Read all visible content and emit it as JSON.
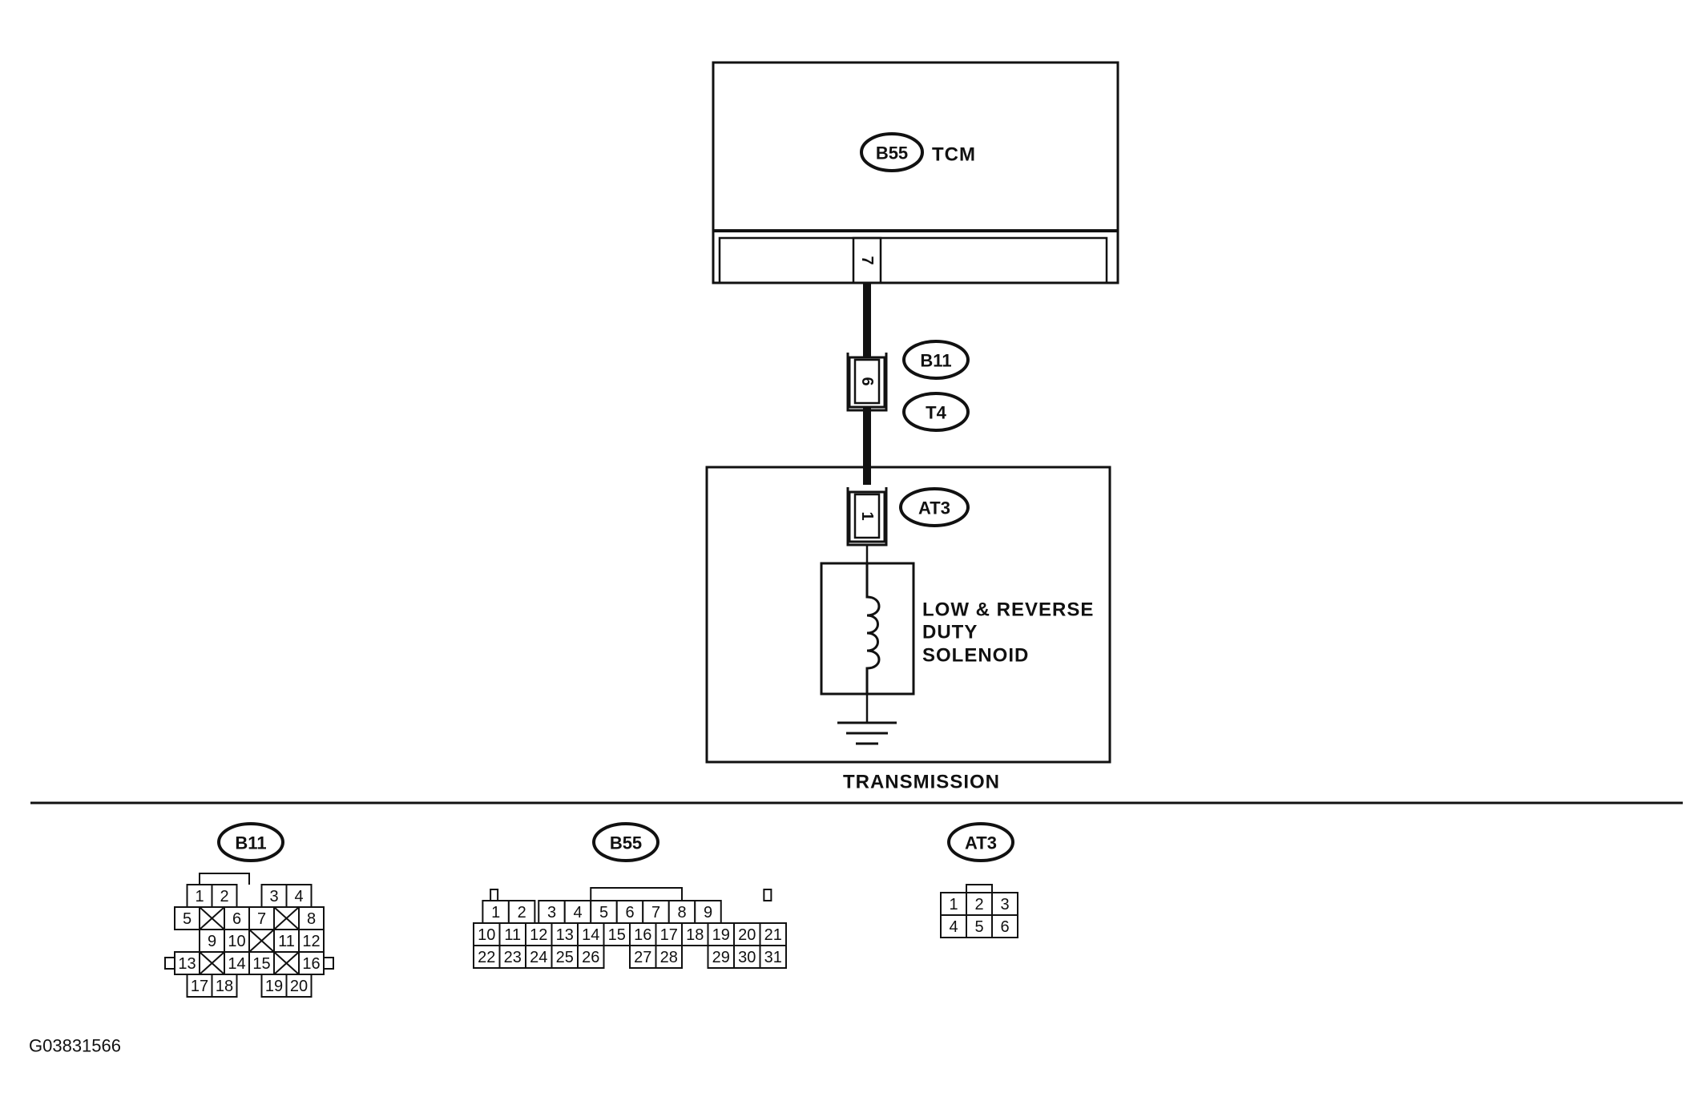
{
  "tcm": {
    "connector_id": "B55",
    "name": "TCM",
    "pin": "7"
  },
  "joint": {
    "connector_a": "B11",
    "connector_b": "T4",
    "pin": "6"
  },
  "transmission": {
    "label": "TRANSMISSION",
    "connector_id": "AT3",
    "pin": "1",
    "solenoid_lines": [
      "LOW & REVERSE",
      "DUTY",
      "SOLENOID"
    ]
  },
  "connector_views": {
    "b11": {
      "id": "B11",
      "pins": [
        "1",
        "2",
        "3",
        "4",
        "5",
        "6",
        "7",
        "8",
        "9",
        "10",
        "11",
        "12",
        "13",
        "14",
        "15",
        "16",
        "17",
        "18",
        "19",
        "20"
      ]
    },
    "b55": {
      "id": "B55",
      "pins": [
        "1",
        "2",
        "3",
        "4",
        "5",
        "6",
        "7",
        "8",
        "9",
        "10",
        "11",
        "12",
        "13",
        "14",
        "15",
        "16",
        "17",
        "18",
        "19",
        "20",
        "21",
        "22",
        "23",
        "24",
        "25",
        "26",
        "27",
        "28",
        "29",
        "30",
        "31"
      ]
    },
    "at3": {
      "id": "AT3",
      "pins": [
        "1",
        "2",
        "3",
        "4",
        "5",
        "6"
      ]
    }
  },
  "figure_code": "G03831566"
}
